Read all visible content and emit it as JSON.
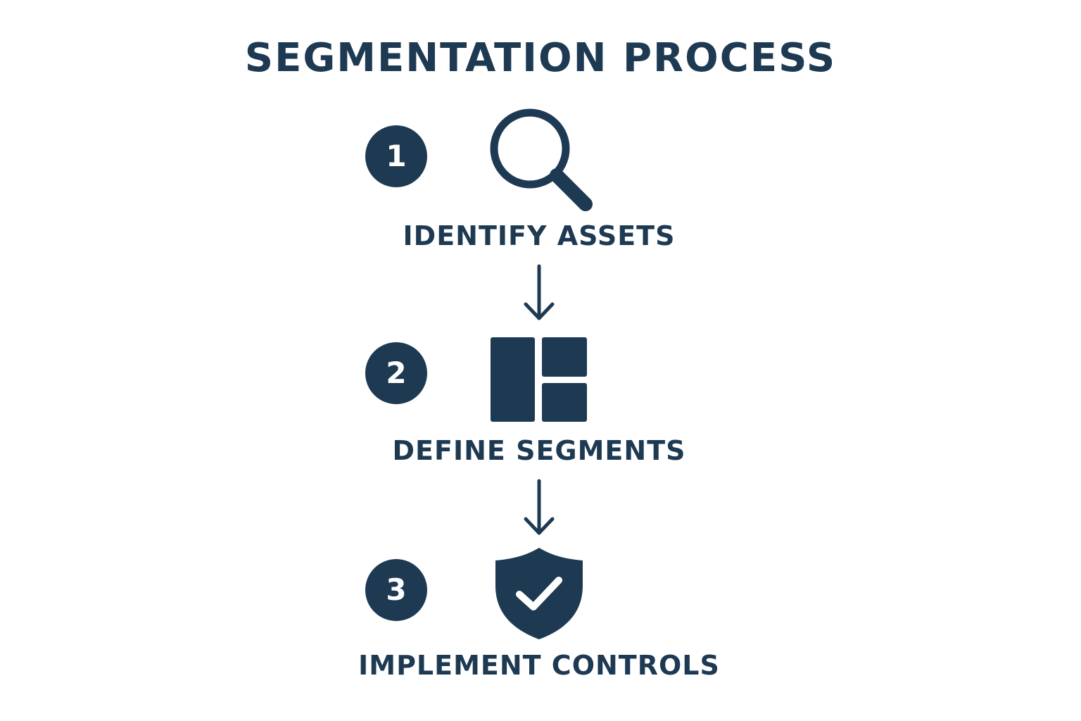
{
  "title": "SEGMENTATION PROCESS",
  "colors": {
    "primary": "#1e3a53",
    "background": "#ffffff",
    "badge_text": "#ffffff"
  },
  "steps": [
    {
      "number": "1",
      "label": "IDENTIFY ASSETS",
      "icon": "magnifying-glass-icon"
    },
    {
      "number": "2",
      "label": "DEFINE SEGMENTS",
      "icon": "segmented-layout-icon"
    },
    {
      "number": "3",
      "label": "IMPLEMENT CONTROLS",
      "icon": "shield-check-icon"
    }
  ],
  "connectors": [
    {
      "from": "1",
      "to": "2"
    },
    {
      "from": "2",
      "to": "3"
    }
  ]
}
